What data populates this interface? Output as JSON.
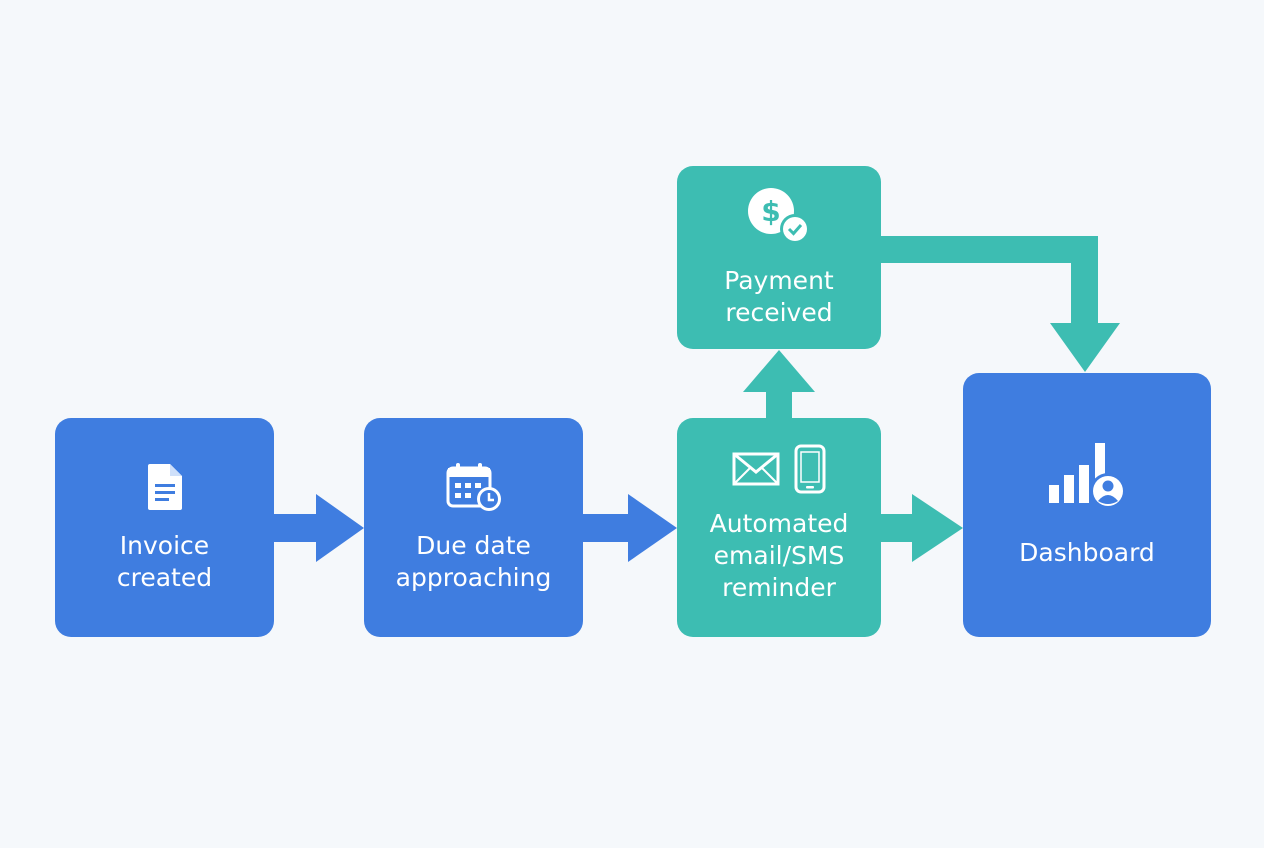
{
  "colors": {
    "background": "#f5f8fb",
    "blue": "#3f7de0",
    "teal": "#3dbdb2",
    "arrow_blue": "#3f7de0",
    "arrow_teal": "#3dbdb2"
  },
  "nodes": {
    "invoice": {
      "label": "Invoice\ncreated",
      "icon": "document-icon",
      "color": "blue"
    },
    "due": {
      "label": "Due date\napproaching",
      "icon": "calendar-clock-icon",
      "color": "blue"
    },
    "reminder": {
      "label": "Automated\nemail/SMS\nreminder",
      "icons": [
        "envelope-icon",
        "phone-icon"
      ],
      "color": "teal"
    },
    "payment": {
      "label": "Payment\nreceived",
      "icon": "dollar-check-icon",
      "color": "teal"
    },
    "dashboard": {
      "label": "Dashboard",
      "icon": "bar-chart-user-icon",
      "color": "blue"
    }
  },
  "edges": [
    {
      "from": "invoice",
      "to": "due"
    },
    {
      "from": "due",
      "to": "reminder"
    },
    {
      "from": "reminder",
      "to": "payment"
    },
    {
      "from": "reminder",
      "to": "dashboard"
    },
    {
      "from": "payment",
      "to": "dashboard"
    }
  ]
}
